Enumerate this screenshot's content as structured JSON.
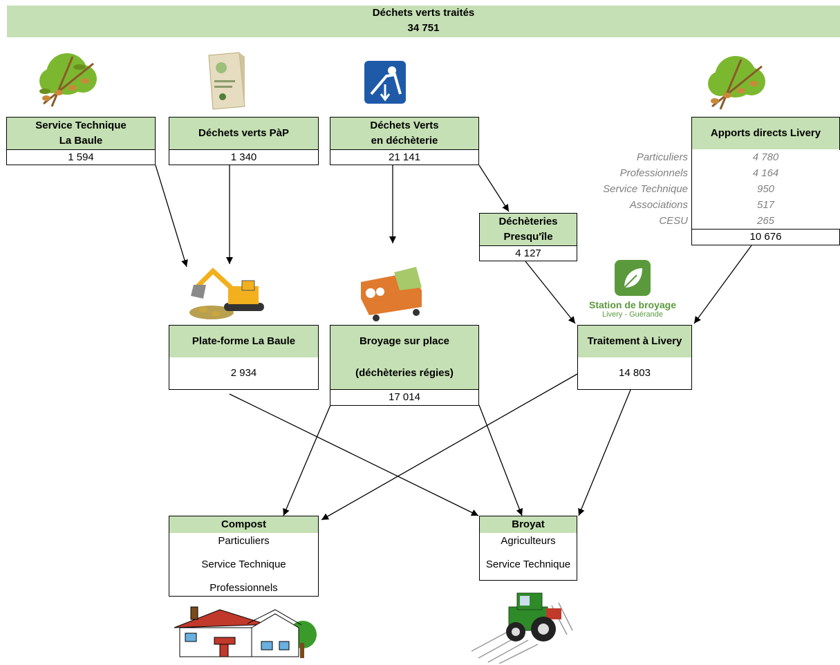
{
  "banner": {
    "title": "Déchets verts traités",
    "total": "34 751"
  },
  "sources": {
    "st_la_baule": {
      "line1": "Service Technique",
      "line2": "La Baule",
      "value": "1 594"
    },
    "pap": {
      "label": "Déchets verts PàP",
      "value": "1 340"
    },
    "decheterie": {
      "line1": "Déchets Verts",
      "line2": "en déchèterie",
      "value": "21 141"
    },
    "apports": {
      "label": "Apports directs Livery",
      "details": [
        {
          "label": "Particuliers",
          "value": "4 780"
        },
        {
          "label": "Professionnels",
          "value": "4 164"
        },
        {
          "label": "Service Technique",
          "value": "950"
        },
        {
          "label": "Associations",
          "value": "517"
        },
        {
          "label": "CESU",
          "value": "265"
        }
      ],
      "total": "10 676"
    }
  },
  "decheteries_presquile": {
    "line1": "Déchèteries",
    "line2": "Presqu'île",
    "value": "4 127"
  },
  "processing": {
    "plateforme": {
      "label": "Plate-forme La Baule",
      "value": "2 934"
    },
    "broyage": {
      "line1": "Broyage sur place",
      "line2": "(déchèteries régies)",
      "value": "17 014"
    },
    "livery": {
      "label": "Traitement à Livery",
      "value": "14 803"
    }
  },
  "station_logo": {
    "line1": "Station de broyage",
    "line2": "Livery - Guérande",
    "color": "#5a9a3c"
  },
  "outputs": {
    "compost": {
      "label": "Compost",
      "items": [
        "Particuliers",
        "Service Technique",
        "Professionnels"
      ]
    },
    "broyat": {
      "label": "Broyat",
      "items": [
        "Agriculteurs",
        "Service Technique"
      ]
    }
  },
  "icons": [
    "green-waste-icon",
    "paper-bag-icon",
    "decheterie-sign-icon",
    "excavator-icon",
    "shredder-icon",
    "station-leaf-icon",
    "house-icon",
    "tractor-icon"
  ],
  "colors": {
    "header_fill": "#c5e0b4",
    "detail_text": "#808080"
  }
}
